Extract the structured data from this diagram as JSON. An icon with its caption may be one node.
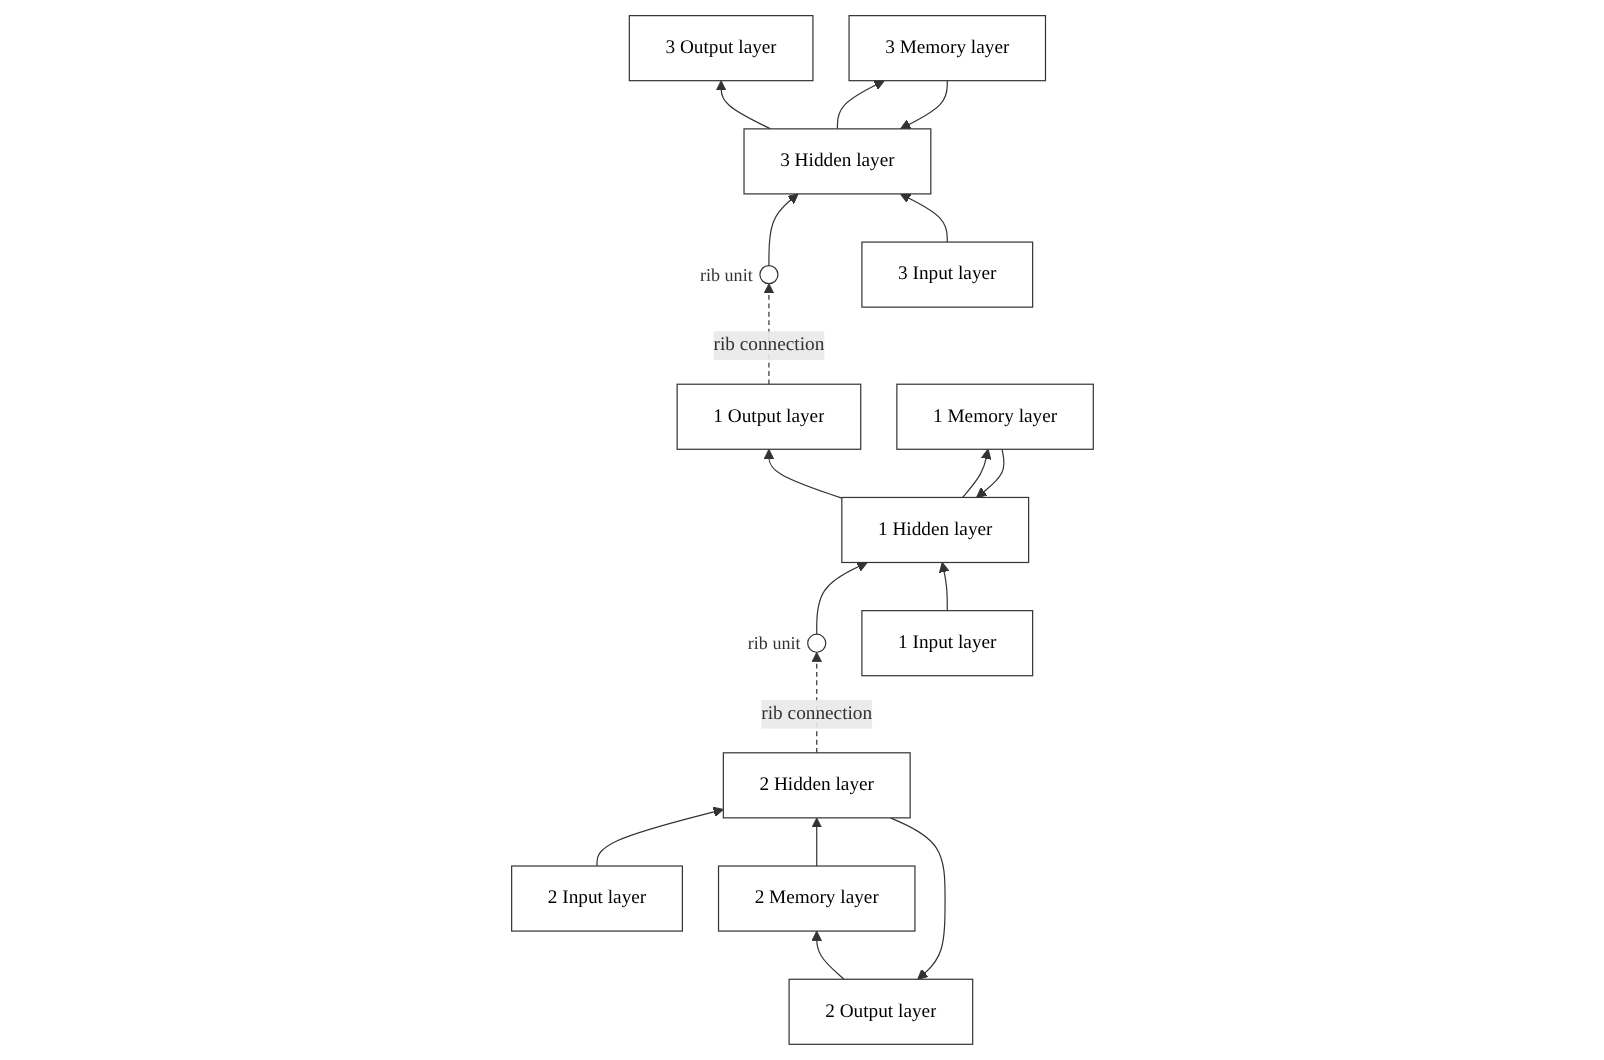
{
  "diagram": {
    "nodes": [
      {
        "text": [
          "1 Output layer"
        ]
      },
      {
        "text": [
          "3 Output layer"
        ]
      },
      {
        "text": [],
        "shape": "circle",
        "beside": [
          "rib unit"
        ]
      },
      {
        "text": [
          "1 Hidden layer"
        ]
      },
      {
        "text": [],
        "shape": "circle",
        "beside": [
          "rib unit"
        ]
      },
      {
        "text": [
          "3 Hidden layer"
        ]
      },
      {
        "text": [
          "1 Input layer"
        ]
      },
      {
        "text": [
          "1 Memory layer"
        ]
      },
      {
        "text": [
          "3 Input layer"
        ]
      },
      {
        "text": [
          "3 Memory layer"
        ]
      },
      {
        "text": [
          "2 Output layer"
        ]
      },
      {
        "text": [
          "2 Hidden layer"
        ]
      },
      {
        "text": [
          "2 Input layer"
        ]
      },
      {
        "text": [
          "2 Memory layer"
        ]
      }
    ],
    "edges": [
      {
        "from": 3,
        "to": 0,
        "arrow": "to"
      },
      {
        "from": 2,
        "to": 3,
        "arrow": "to"
      },
      {
        "from": 6,
        "to": 3,
        "arrow": "to"
      },
      {
        "from": 7,
        "to": 3,
        "arrow": "to"
      },
      {
        "from": 3,
        "to": 7,
        "arrow": "to"
      },
      {
        "from": 5,
        "to": 1,
        "arrow": "to"
      },
      {
        "from": 4,
        "to": 5,
        "arrow": "to"
      },
      {
        "from": 8,
        "to": 5,
        "arrow": "to"
      },
      {
        "from": 9,
        "to": 5,
        "arrow": "to"
      },
      {
        "from": 5,
        "to": 9,
        "arrow": "to"
      },
      {
        "from": 0,
        "to": 4,
        "arrow": "to",
        "label": "rib connection",
        "style": "dashed"
      },
      {
        "from": 11,
        "to": 10,
        "arrow": "to"
      },
      {
        "from": 12,
        "to": 11,
        "arrow": "to"
      },
      {
        "from": 13,
        "to": 11,
        "arrow": "to"
      },
      {
        "from": 10,
        "to": 13,
        "arrow": "to"
      },
      {
        "from": 11,
        "to": 2,
        "arrow": "to",
        "label": "rib connection",
        "style": "dashed"
      }
    ]
  }
}
